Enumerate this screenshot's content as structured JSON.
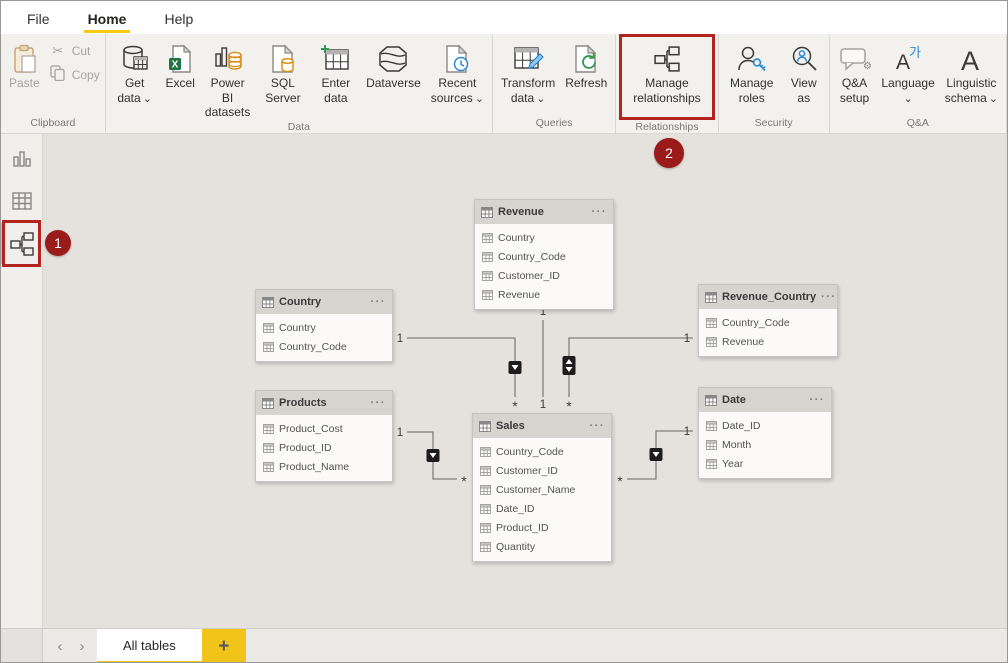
{
  "ribbon": {
    "tabs": {
      "file": "File",
      "home": "Home",
      "help": "Help"
    },
    "clipboard": {
      "label": "Clipboard",
      "paste": "Paste",
      "cut": "Cut",
      "copy": "Copy"
    },
    "data": {
      "label": "Data",
      "get_data": "Get data",
      "excel": "Excel",
      "power_bi_datasets": "Power BI datasets",
      "sql_server": "SQL Server",
      "enter_data": "Enter data",
      "dataverse": "Dataverse",
      "recent_sources": "Recent sources"
    },
    "queries": {
      "label": "Queries",
      "transform_data": "Transform data",
      "refresh": "Refresh"
    },
    "relationships": {
      "label": "Relationships",
      "manage_relationships": "Manage relationships"
    },
    "security": {
      "label": "Security",
      "manage_roles": "Manage roles",
      "view_as": "View as"
    },
    "qa": {
      "label": "Q&A",
      "qa_setup": "Q&A setup",
      "language": "Language",
      "linguistic_schema": "Linguistic schema"
    }
  },
  "annotations": {
    "step1": "1",
    "step2": "2",
    "highlight_color": "#b3231f",
    "badge_color": "#9b1b1b"
  },
  "model": {
    "tables": [
      {
        "name": "Revenue",
        "fields": [
          "Country",
          "Country_Code",
          "Customer_ID",
          "Revenue"
        ]
      },
      {
        "name": "Country",
        "fields": [
          "Country",
          "Country_Code"
        ]
      },
      {
        "name": "Revenue_Country",
        "fields": [
          "Country_Code",
          "Revenue"
        ]
      },
      {
        "name": "Products",
        "fields": [
          "Product_Cost",
          "Product_ID",
          "Product_Name"
        ]
      },
      {
        "name": "Sales",
        "fields": [
          "Country_Code",
          "Customer_ID",
          "Customer_Name",
          "Date_ID",
          "Product_ID",
          "Quantity"
        ]
      },
      {
        "name": "Date",
        "fields": [
          "Date_ID",
          "Month",
          "Year"
        ]
      }
    ],
    "relationships": [
      {
        "from": "Country",
        "to": "Sales",
        "from_card": "1",
        "to_card": "*",
        "direction": "single"
      },
      {
        "from": "Revenue",
        "to": "Sales",
        "from_card": "1",
        "to_card": "1",
        "direction": "none"
      },
      {
        "from": "Revenue_Country",
        "to": "Sales",
        "from_card": "1",
        "to_card": "*",
        "direction": "both"
      },
      {
        "from": "Products",
        "to": "Sales",
        "from_card": "1",
        "to_card": "*",
        "direction": "single"
      },
      {
        "from": "Date",
        "to": "Sales",
        "from_card": "1",
        "to_card": "*",
        "direction": "single"
      }
    ]
  },
  "footer": {
    "all_tables_tab": "All tables"
  }
}
